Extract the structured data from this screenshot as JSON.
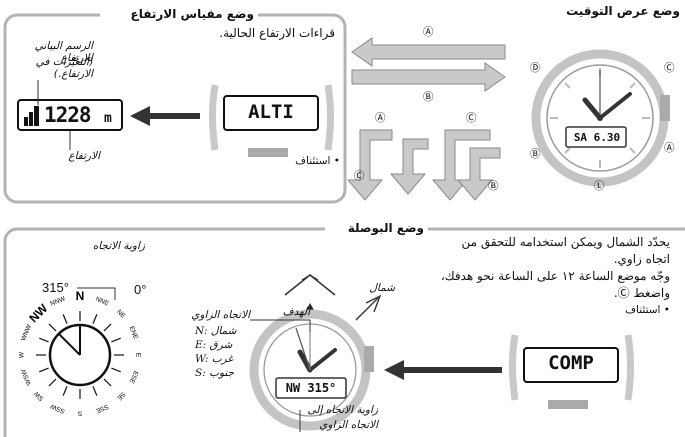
{
  "timekeeping": {
    "title": "وضع عرض التوقيت",
    "display": "SA  6.30",
    "buttons": {
      "a": "Ⓐ",
      "b": "Ⓑ",
      "c": "Ⓒ",
      "d": "Ⓓ",
      "l": "Ⓛ"
    }
  },
  "transitions": {
    "top_left_arrow": "Ⓐ",
    "top_right_arrow": "Ⓑ",
    "mid_left_a": "Ⓐ",
    "mid_right_c": "Ⓒ",
    "bottom_left_c": "Ⓒ",
    "bottom_right_b": "Ⓑ"
  },
  "altimeter": {
    "title": "وضع مقياس الارتفاع",
    "description": "قراءات الارتفاع الحالية.",
    "graph_label_line1": "الرسم البياني للارتفاع",
    "graph_label_line2": "(التغيّرات في الارتفاع.)",
    "reading": "1228",
    "unit": "m",
    "altitude_label": "الارتفاع",
    "mode_display": "ALTI",
    "resume": "• استئناف"
  },
  "compass": {
    "title": "وضع البوصلة",
    "description_line1": "يحدّد الشمال ويمكن استخدامه للتحقق من",
    "description_line2": "اتجاه زاوي.",
    "description_line3": "وجّه موضع الساعة ١٢ على الساعة نحو هدفك،",
    "description_line4": "واضغط Ⓒ.",
    "resume": "• استئناف",
    "mode_display": "COMP",
    "direction_angle_label": "زاوية الاتجاه",
    "angle_value": "315°",
    "zero_label": "0°",
    "rose": {
      "NW": "NW",
      "N": "N",
      "W": "W",
      "WNW": "WNW",
      "NNW": "NNW",
      "NNE": "NNE",
      "NE": "NE",
      "ENE": "ENE",
      "E": "E",
      "ESE": "ESE",
      "SE": "SE",
      "SSE": "SSE",
      "S": "S",
      "SSW": "SSW",
      "SW": "SW",
      "WSW": "WSW"
    },
    "target_label": "الهدف",
    "north_label": "شمال",
    "angular_direction_label": "الاتجاه الزاوي",
    "legend": [
      "N: شمال",
      "E: شرق",
      "W: غرب",
      "S: جنوب"
    ],
    "watch_display": "NW 315°",
    "bottom_label_line1": "زاوية الاتجاه إلى",
    "bottom_label_line2": "الاتجاه الزاوي"
  }
}
